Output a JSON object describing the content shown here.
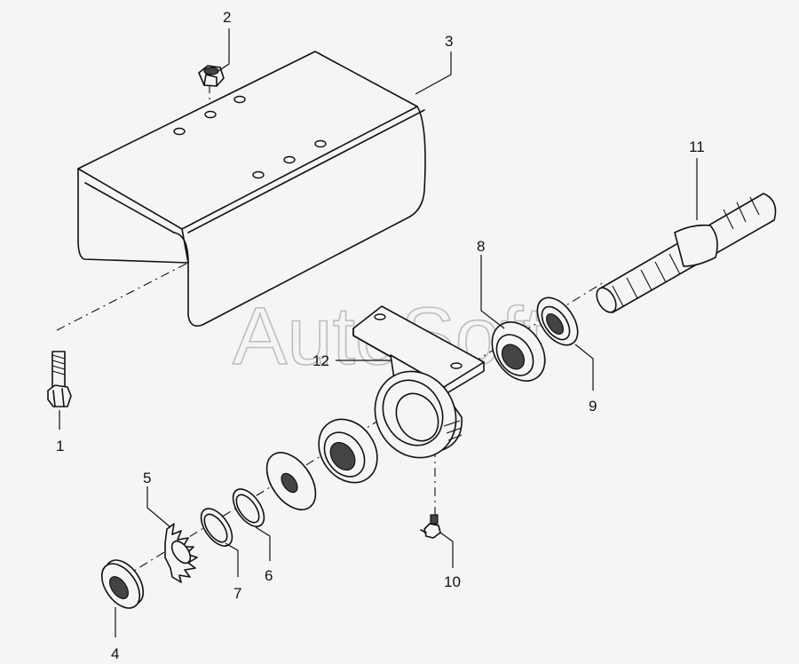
{
  "watermark": "AutoSoft",
  "callouts": [
    "1",
    "2",
    "3",
    "4",
    "5",
    "6",
    "7",
    "8",
    "9",
    "10",
    "11",
    "12"
  ]
}
